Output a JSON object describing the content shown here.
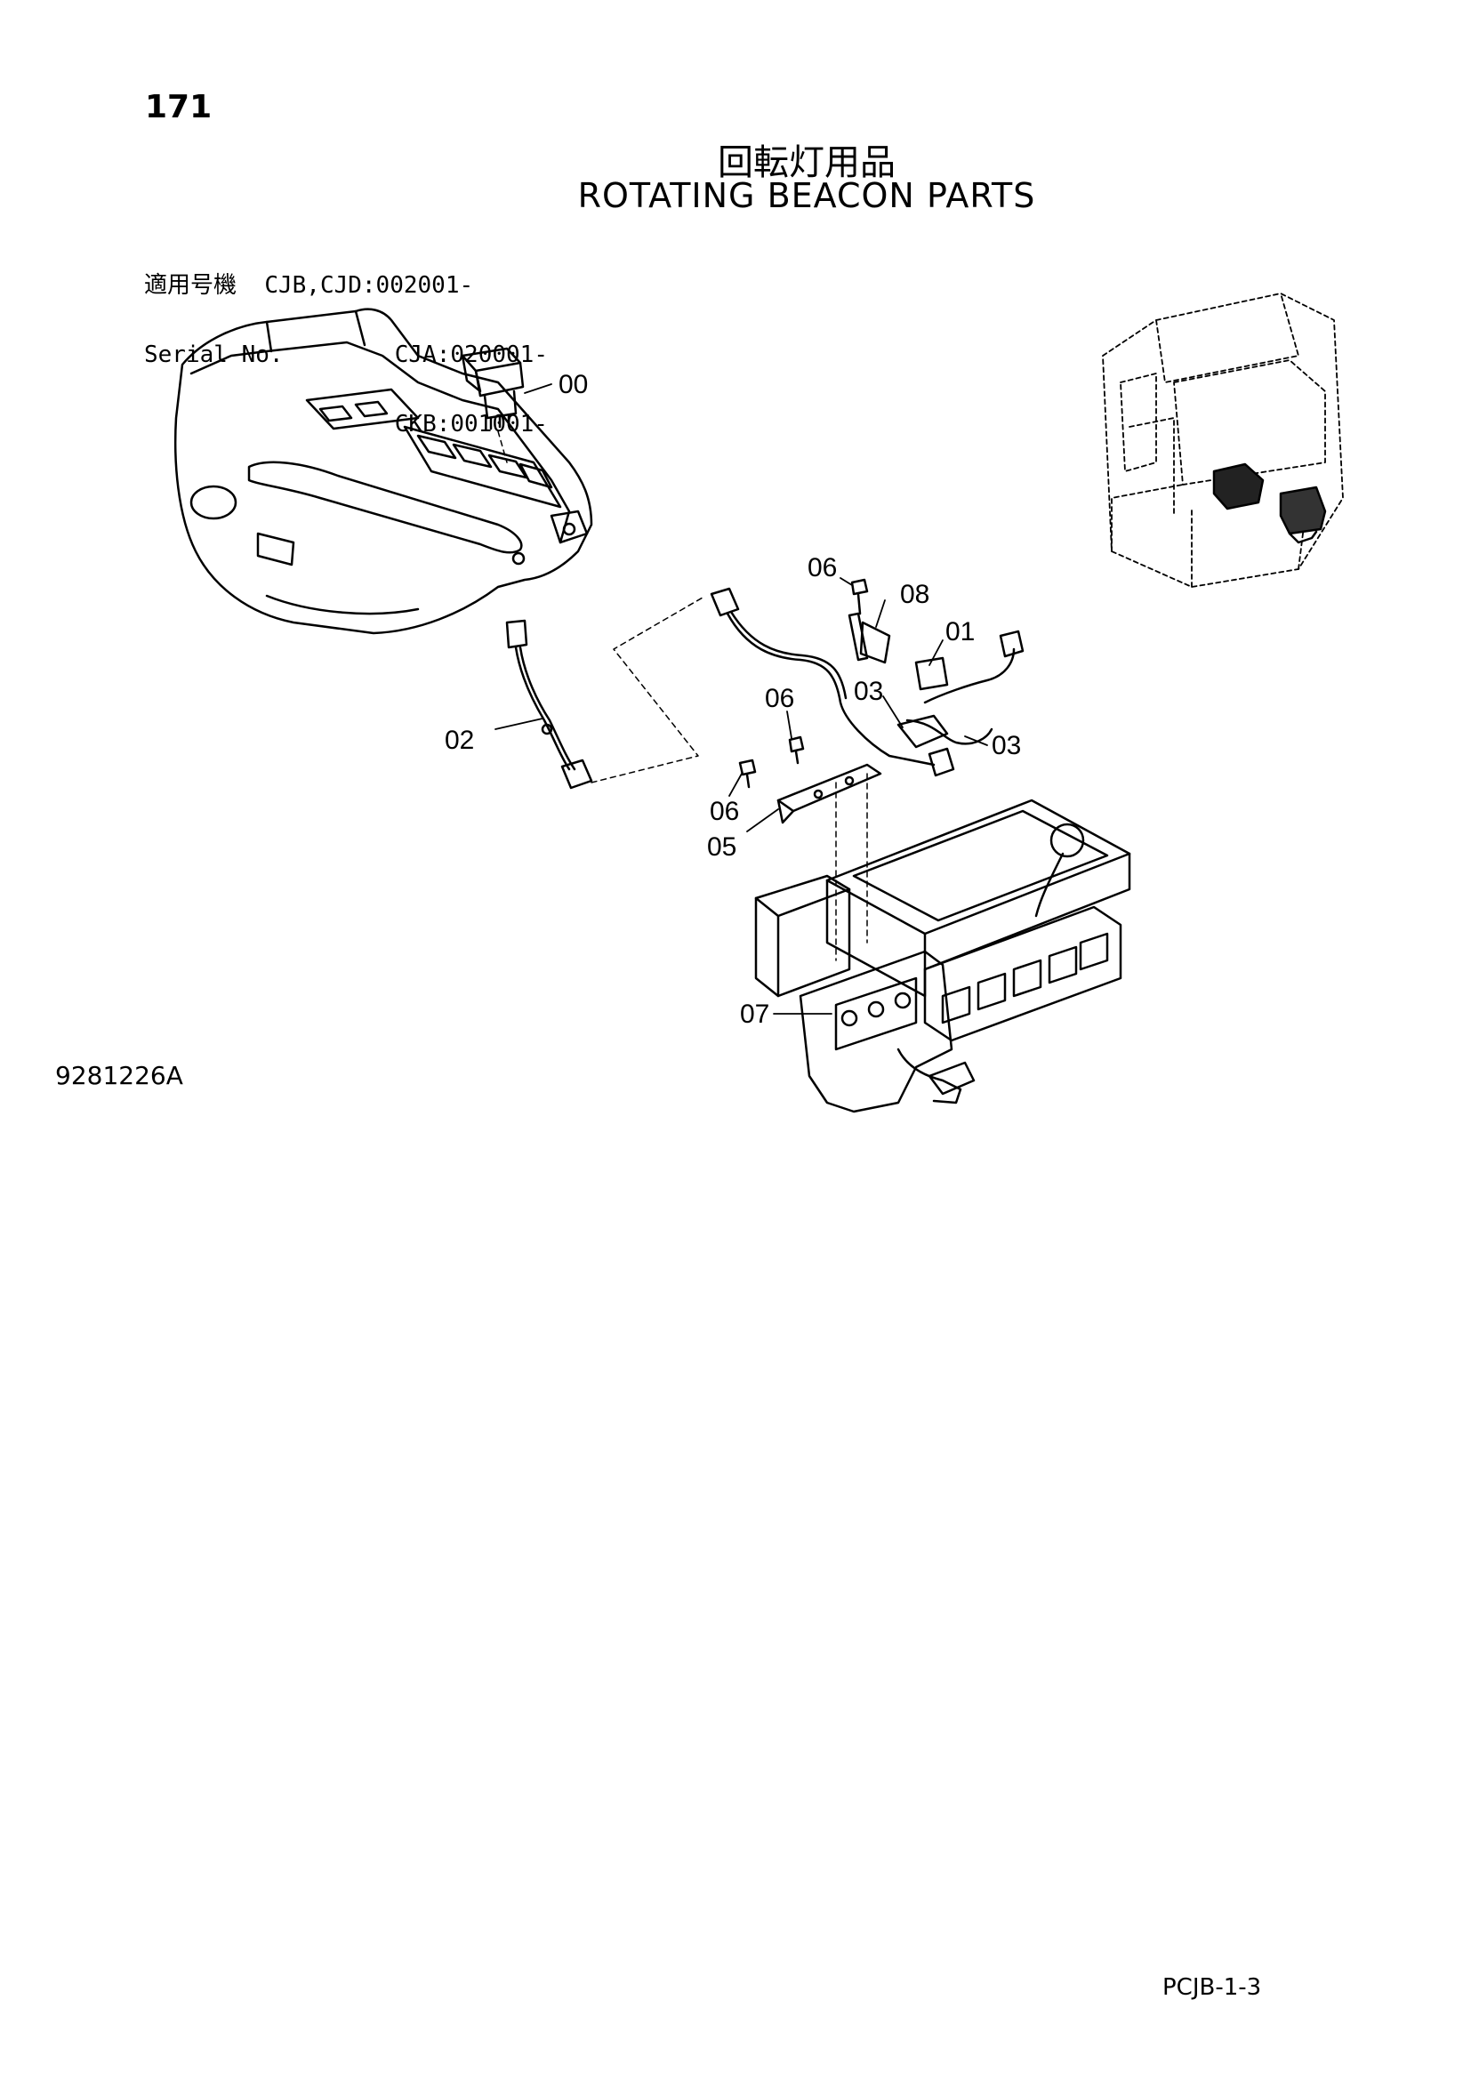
{
  "page_number": "171",
  "title_jp": "回転灯用品",
  "title_en": "ROTATING BEACON PARTS",
  "serial": {
    "label_jp": "適用号機",
    "label_en": "Serial No.",
    "ranges": [
      "CJB,CJD:002001-",
      "CJA:020001-",
      "CKB:001001-"
    ]
  },
  "callouts": {
    "p00": "00",
    "p01": "01",
    "p02": "02",
    "p03a": "03",
    "p03b": "03",
    "p05": "05",
    "p06a": "06",
    "p06b": "06",
    "p06c": "06",
    "p07": "07",
    "p08": "08"
  },
  "drawing_id": "9281226A",
  "footer_code": "PCJB-1-3"
}
